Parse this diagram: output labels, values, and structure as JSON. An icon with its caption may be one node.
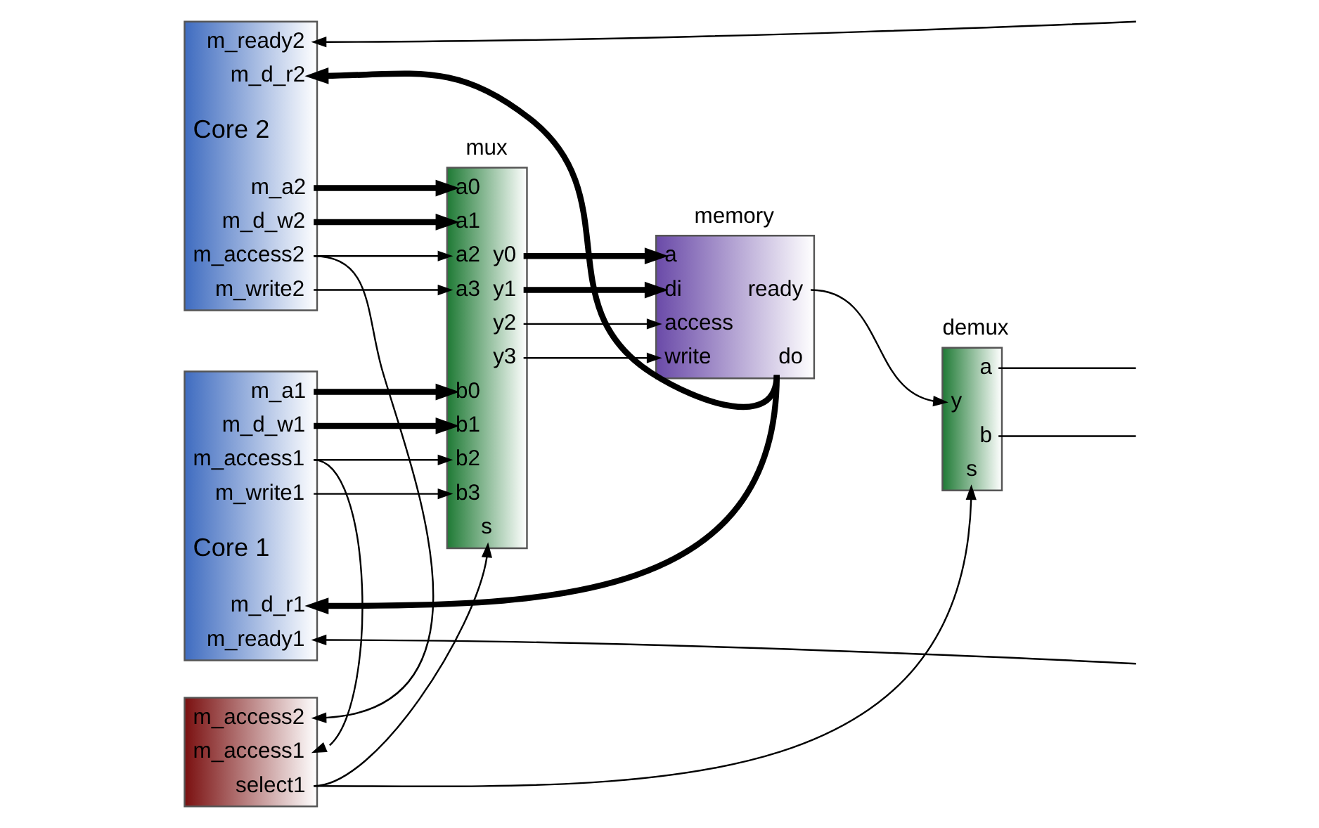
{
  "diagram": {
    "nodes": [
      {
        "text": [
          "m_ready2",
          "m_d_r2",
          "Core 2",
          "m_a2",
          "m_d_w2",
          "m_access2",
          "m_write2"
        ]
      },
      {
        "text": [
          "mux",
          "a0",
          "a1",
          "a2",
          "a3",
          "y0",
          "y1",
          "y2",
          "y3",
          "b0",
          "b1",
          "b2",
          "b3",
          "s"
        ]
      },
      {
        "text": [
          "memory",
          "a",
          "di",
          "access",
          "write",
          "ready",
          "do"
        ]
      },
      {
        "text": [
          "demux",
          "a",
          "y",
          "b",
          "s"
        ]
      },
      {
        "text": [
          "m_a1",
          "m_d_w1",
          "m_access1",
          "m_write1",
          "Core 1",
          "m_d_r1",
          "m_ready1"
        ]
      },
      {
        "text": [
          "m_access2",
          "m_access1",
          "select1"
        ]
      }
    ],
    "edges": [
      {
        "from": 0,
        "to": 1,
        "arrow": "to",
        "style": "thick"
      },
      {
        "from": 0,
        "to": 1,
        "arrow": "to",
        "style": "thick"
      },
      {
        "from": 0,
        "to": 1,
        "arrow": "to"
      },
      {
        "from": 0,
        "to": 5,
        "arrow": "to"
      },
      {
        "from": 0,
        "to": 1,
        "arrow": "to"
      },
      {
        "from": 4,
        "to": 1,
        "arrow": "to",
        "style": "thick"
      },
      {
        "from": 4,
        "to": 1,
        "arrow": "to",
        "style": "thick"
      },
      {
        "from": 4,
        "to": 1,
        "arrow": "to"
      },
      {
        "from": 4,
        "to": 5,
        "arrow": "to"
      },
      {
        "from": 4,
        "to": 1,
        "arrow": "to"
      },
      {
        "from": 1,
        "to": 2,
        "arrow": "to",
        "style": "thick"
      },
      {
        "from": 1,
        "to": 2,
        "arrow": "to",
        "style": "thick"
      },
      {
        "from": 1,
        "to": 2,
        "arrow": "to"
      },
      {
        "from": 1,
        "to": 2,
        "arrow": "to"
      },
      {
        "from": 2,
        "to": 3,
        "arrow": "to"
      },
      {
        "from": 2,
        "to": 0,
        "arrow": "to",
        "style": "thick"
      },
      {
        "from": 2,
        "to": 4,
        "arrow": "to",
        "style": "thick"
      },
      {
        "from": 3,
        "to": null,
        "arrow": "none"
      },
      {
        "from": null,
        "to": 0,
        "arrow": "to"
      },
      {
        "from": 3,
        "to": null,
        "arrow": "none"
      },
      {
        "from": null,
        "to": 4,
        "arrow": "to"
      },
      {
        "from": 5,
        "to": 1,
        "arrow": "to"
      },
      {
        "from": 5,
        "to": 3,
        "arrow": "to"
      }
    ]
  }
}
